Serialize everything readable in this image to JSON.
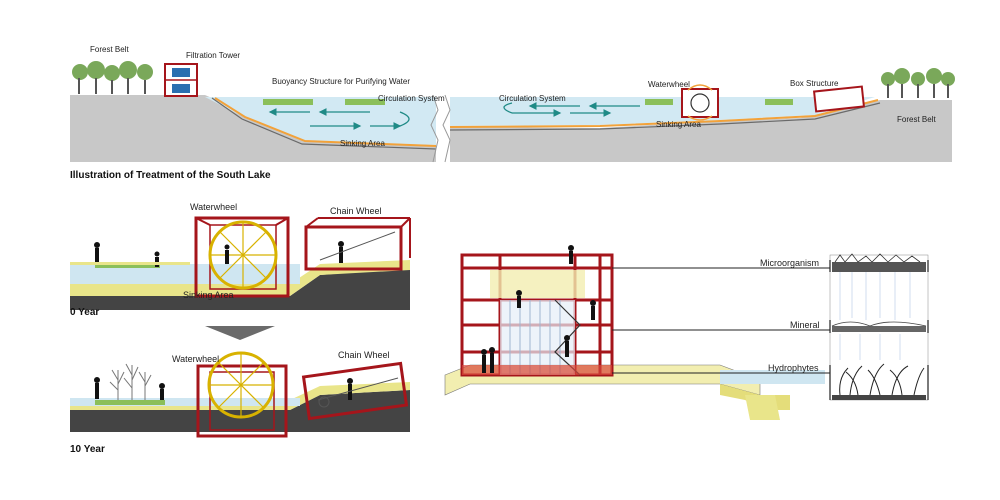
{
  "top_section": {
    "title": "Illustration of Treatment of the South Lake",
    "labels": {
      "forest_belt_left": "Forest Belt",
      "filtration_tower": "Filtration Tower",
      "buoyancy": "Buoyancy Structure for Purifying Water",
      "circulation_left": "Circulation System",
      "sinking_left": "Sinking Area",
      "circulation_right": "Circulation System",
      "waterwheel": "Waterwheel",
      "sinking_right": "Sinking Area",
      "box_structure": "Box Structure",
      "forest_belt_right": "Forest Belt"
    }
  },
  "stage_0": {
    "waterwheel": "Waterwheel",
    "chain_wheel": "Chain Wheel",
    "sinking_area": "Sinking Area",
    "year": "0 Year"
  },
  "stage_10": {
    "waterwheel": "Waterwheel",
    "chain_wheel": "Chain Wheel",
    "year": "10 Year"
  },
  "layers": {
    "microorganism": "Microorganism",
    "mineral": "Mineral",
    "hydrophytes": "Hydrophytes"
  },
  "colors": {
    "frame_red": "#a5151b",
    "water_blue": "#cfe6f1",
    "ground_gray": "#c9c9c9",
    "sinking_yellow": "#e9e58a",
    "waterwheel_yellow": "#d8b200",
    "orange_layer": "#f2a23a",
    "circulation_teal": "#1f8a86"
  }
}
